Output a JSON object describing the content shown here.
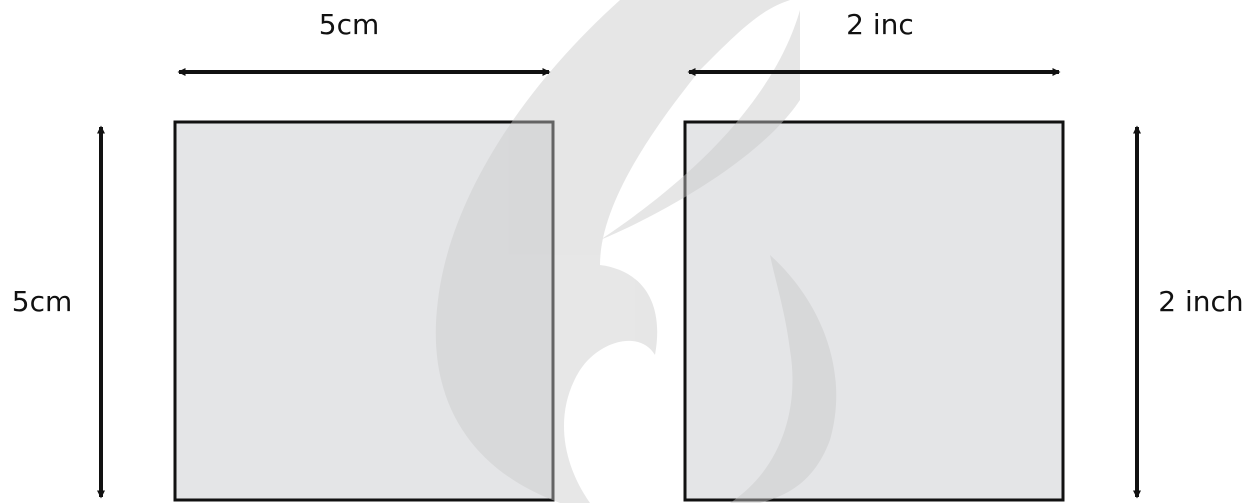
{
  "left_square": {
    "top_dimension": "5cm",
    "side_dimension": "5cm"
  },
  "right_square": {
    "top_dimension": "2 inc",
    "side_dimension": "2 inch"
  },
  "colors": {
    "square_fill": "#e4e5e7",
    "stroke": "#111111",
    "watermark": "#d9d9d9"
  },
  "watermark_icon": "flame-logo"
}
